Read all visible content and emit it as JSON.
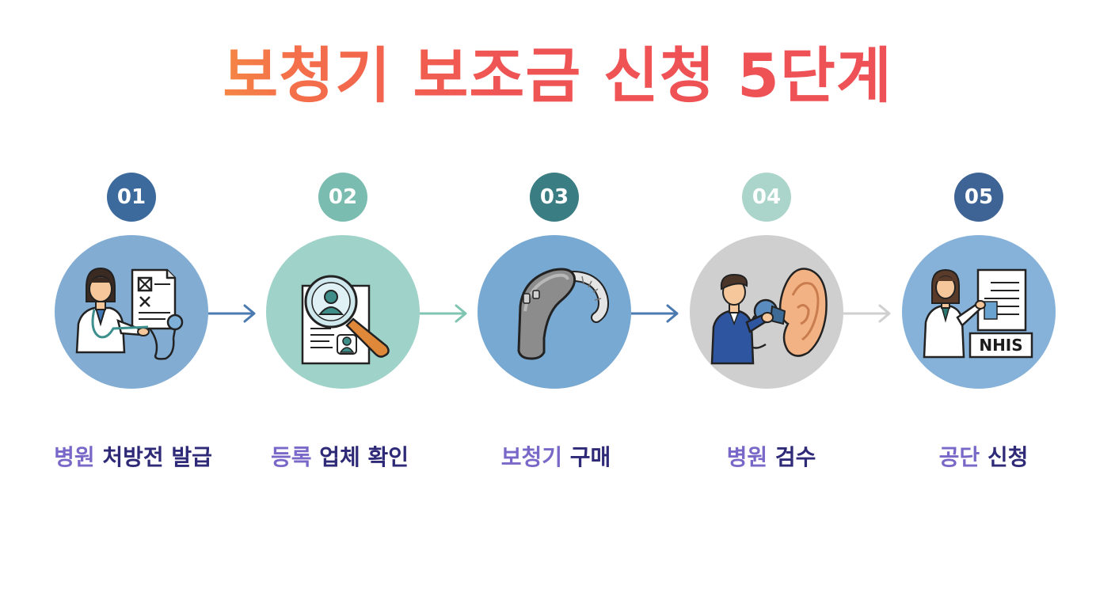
{
  "title": "보청기 보조금 신청 5단계",
  "steps": [
    {
      "number": "01",
      "label_part1": "병원 ",
      "label_part2": "처방전 발급",
      "icon": "doctor-prescription-icon",
      "badge_color": "#3d6a9c",
      "circle_color": "#82acd2"
    },
    {
      "number": "02",
      "label_part1": "등록 ",
      "label_part2": "업체 확인",
      "icon": "magnifier-document-icon",
      "badge_color": "#7bbcb0",
      "circle_color": "#9fd2c8"
    },
    {
      "number": "03",
      "label_part1": "보청기 ",
      "label_part2": "구매",
      "icon": "hearing-aid-icon",
      "badge_color": "#3a7d82",
      "circle_color": "#78a9d2"
    },
    {
      "number": "04",
      "label_part1": "병원 ",
      "label_part2": "검수",
      "icon": "ear-fitting-icon",
      "badge_color": "#abd5cb",
      "circle_color": "#cfcfcf"
    },
    {
      "number": "05",
      "label_part1": "공단 ",
      "label_part2": "신청",
      "icon": "nhis-board-icon",
      "badge_color": "#3d6494",
      "circle_color": "#86b1d8"
    }
  ],
  "nhis_text": "NHIS",
  "arrow_colors": [
    "#4a7ab0",
    "#80c4b2",
    "#4a7ab0",
    "#cfcfcf"
  ]
}
